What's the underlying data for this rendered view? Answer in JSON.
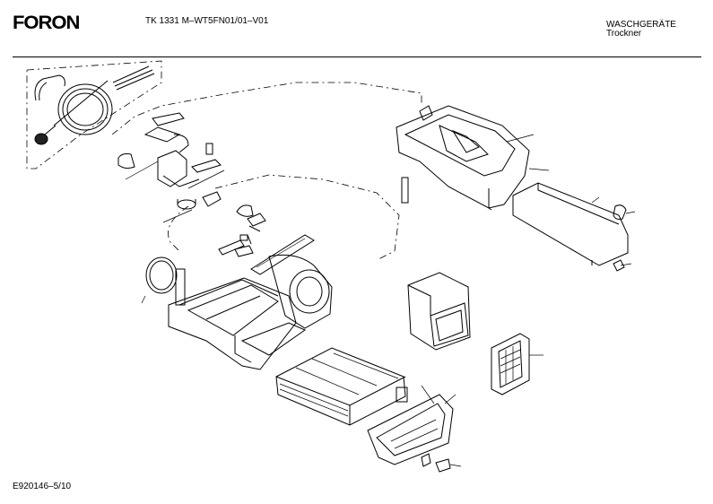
{
  "header": {
    "brand": "FORON",
    "model": "TK 1331 M–WT5FN01/01–V01",
    "category_line1": "WASCHGERÄTE",
    "category_line2": "Trockner"
  },
  "footer": {
    "document_code": "E920146–5/10"
  }
}
